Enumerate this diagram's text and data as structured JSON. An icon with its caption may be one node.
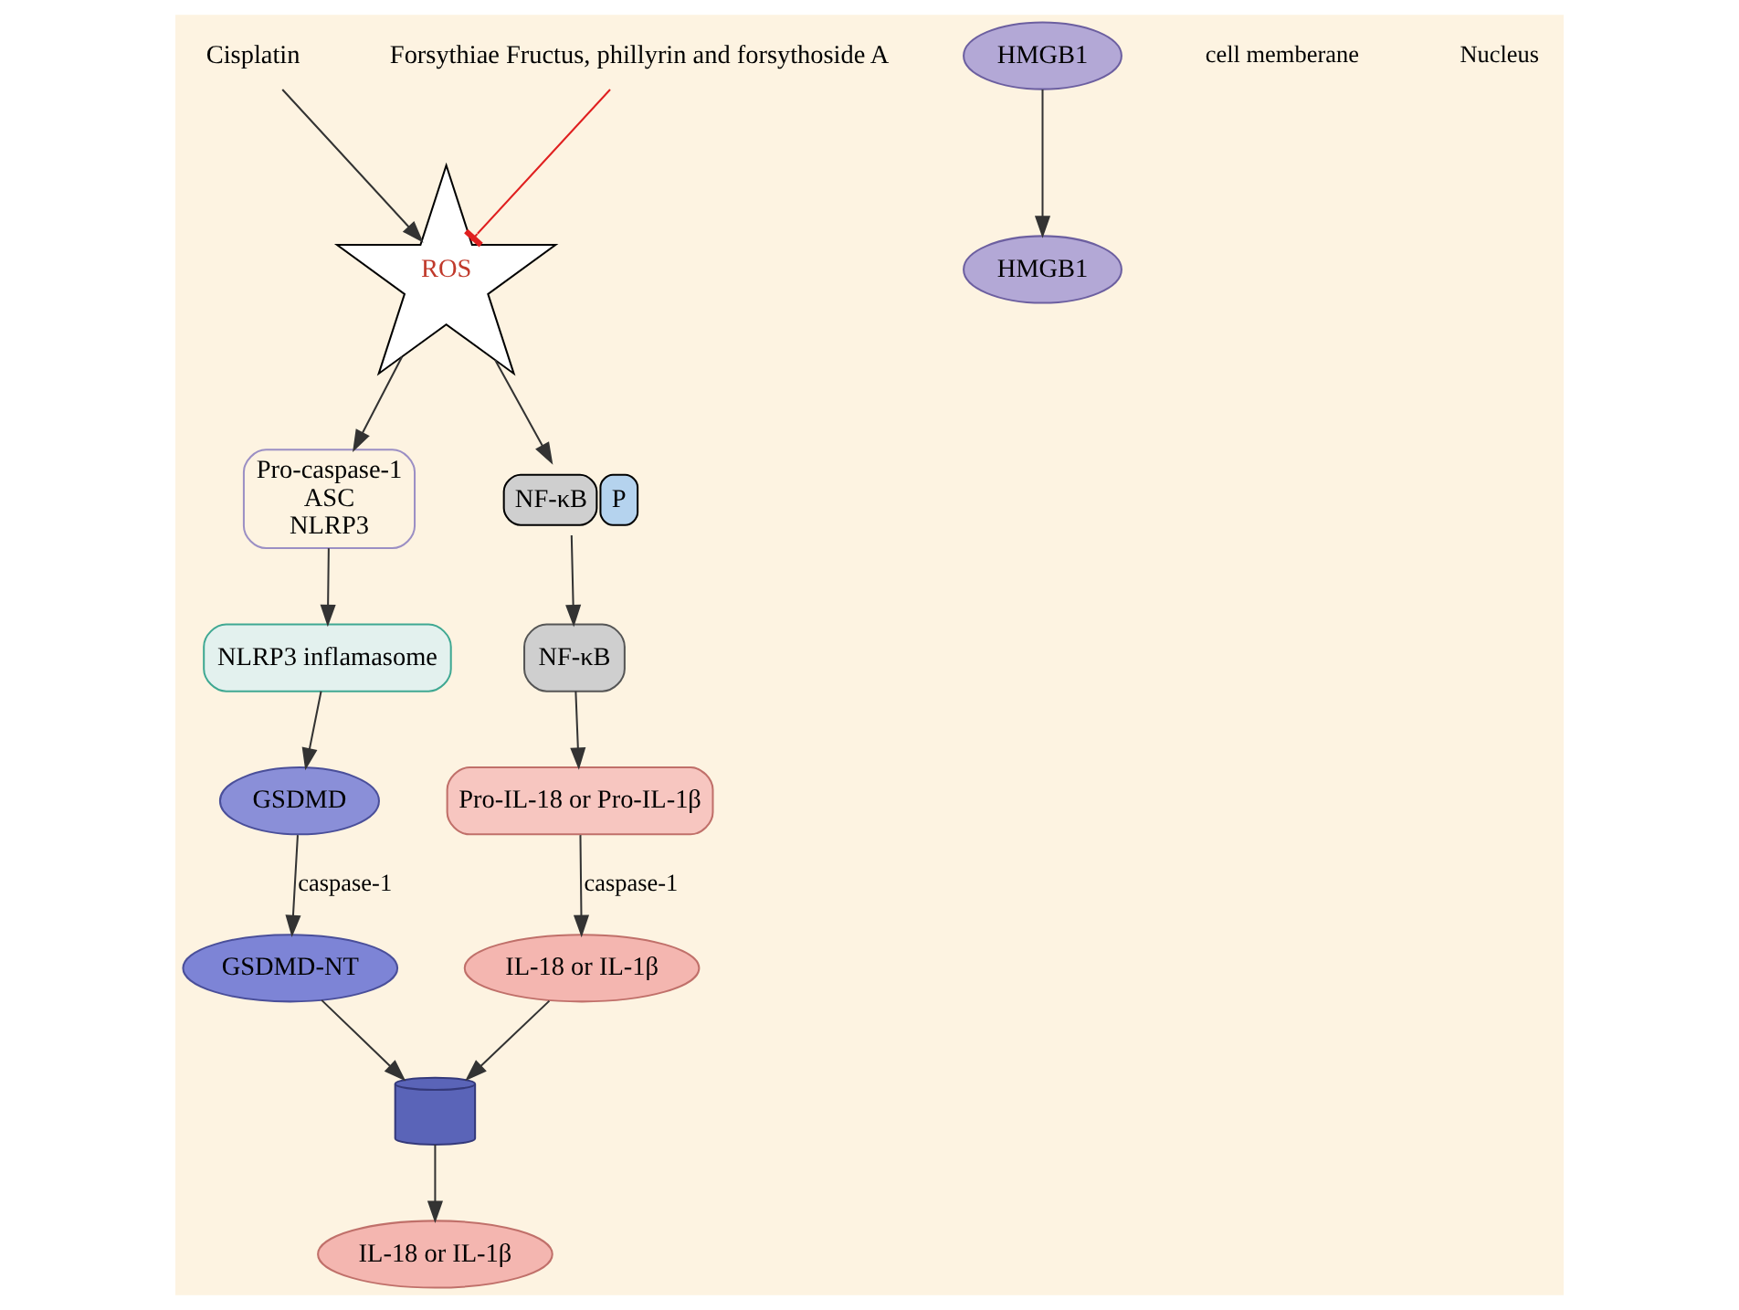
{
  "diagram": {
    "nodes": [
      {
        "text": [
          "Cisplatin"
        ]
      },
      {
        "text": [
          "Forsythiae Fructus, phillyrin and forsythoside A"
        ]
      },
      {
        "text": [
          "ROS"
        ]
      },
      {
        "text": [
          "Pro-caspase-1",
          "ASC",
          "NLRP3"
        ]
      },
      {
        "text": [
          "NF-κB",
          "P"
        ]
      },
      {
        "text": [
          "NLRP3 inflamasome"
        ]
      },
      {
        "text": [
          "NF-κB"
        ]
      },
      {
        "text": [
          "GSDMD"
        ]
      },
      {
        "text": [
          "GSDMD-NT"
        ]
      },
      {
        "text": [],
        "shape": "picture"
      },
      {
        "text": [
          "IL-18 or IL-1β"
        ]
      },
      {
        "text": [
          "HMGB1"
        ]
      },
      {
        "text": [
          "IL-18 or IL-1β"
        ]
      },
      {
        "text": [
          "Pro-IL-18 or Pro-IL-1β"
        ]
      },
      {
        "text": [
          "HMGB1"
        ]
      }
    ],
    "edges": [
      {
        "from": 0,
        "to": 2,
        "arrow": "to"
      },
      {
        "from": 1,
        "to": 2,
        "arrow": "other",
        "color": "#e02020"
      },
      {
        "from": 2,
        "to": 3,
        "arrow": "to"
      },
      {
        "from": 2,
        "to": 4,
        "arrow": "to"
      },
      {
        "from": 3,
        "to": 5,
        "arrow": "to"
      },
      {
        "from": 4,
        "to": 6,
        "arrow": "to"
      },
      {
        "from": 5,
        "to": 7,
        "arrow": "to"
      },
      {
        "from": 7,
        "to": 8,
        "label": "caspase-1",
        "arrow": "to"
      },
      {
        "from": 8,
        "to": 9,
        "arrow": "to"
      },
      {
        "from": 9,
        "to": 10,
        "arrow": "to"
      },
      {
        "from": 6,
        "to": 13,
        "arrow": "to"
      },
      {
        "from": 13,
        "to": 12,
        "label": "caspase-1",
        "arrow": "to"
      },
      {
        "from": 12,
        "to": 9,
        "arrow": "to"
      },
      {
        "from": 14,
        "to": 11,
        "arrow": "to"
      }
    ],
    "labels": [
      "cell memberane",
      "Nucleus"
    ]
  }
}
